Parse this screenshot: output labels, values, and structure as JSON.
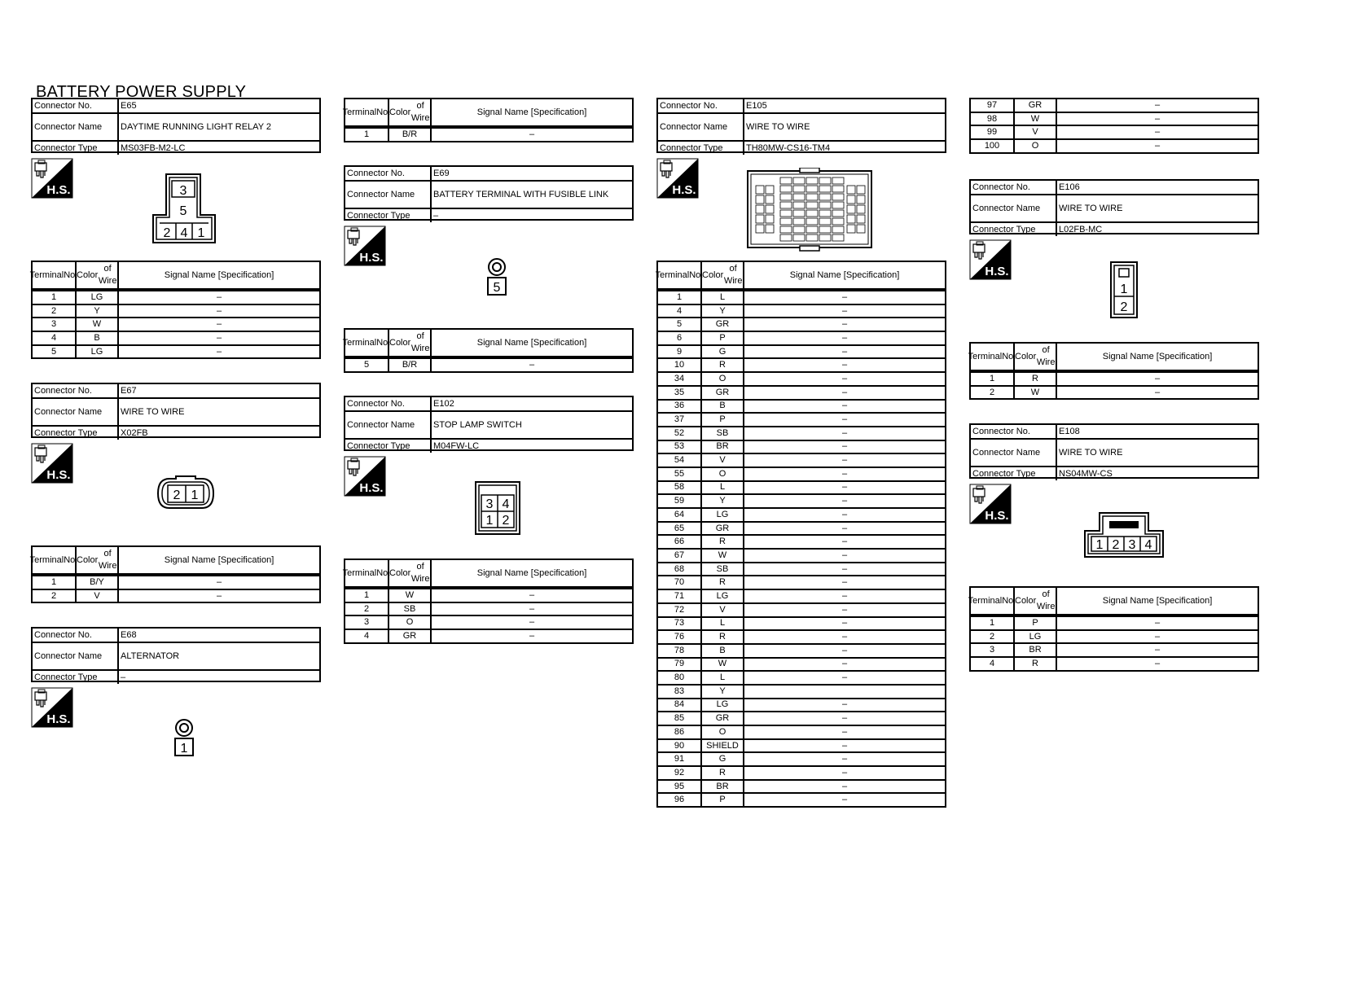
{
  "title": "BATTERY POWER SUPPLY",
  "labels": {
    "connector_no": "Connector No.",
    "connector_name": "Connector Name",
    "connector_type": "Connector Type",
    "terminal_no": [
      "Terminal",
      "No."
    ],
    "color_of_wire": [
      "Color",
      "of Wire"
    ],
    "signal_name": "Signal Name [Specification]",
    "hs": "H.S."
  },
  "connectors": {
    "e65": {
      "no": "E65",
      "name": "DAYTIME RUNNING LIGHT RELAY 2",
      "type": "MS03FB-M2-LC",
      "pins": [
        "3",
        "5",
        "2",
        "4",
        "1"
      ]
    },
    "e67": {
      "no": "E67",
      "name": "WIRE TO WIRE",
      "type": "X02FB",
      "pins": [
        "2",
        "1"
      ]
    },
    "e68": {
      "no": "E68",
      "name": "ALTERNATOR",
      "type": "–",
      "pins": [
        "1"
      ]
    },
    "e69": {
      "no": "E69",
      "name": "BATTERY TERMINAL WITH FUSIBLE LINK",
      "type": "–",
      "pins": [
        "5"
      ]
    },
    "e102": {
      "no": "E102",
      "name": "STOP LAMP SWITCH",
      "type": "M04FW-LC",
      "pins": [
        "3",
        "4",
        "1",
        "2"
      ]
    },
    "e105": {
      "no": "E105",
      "name": "WIRE TO WIRE",
      "type": "TH80MW-CS16-TM4",
      "pins": []
    },
    "e106": {
      "no": "E106",
      "name": "WIRE TO WIRE",
      "type": "L02FB-MC",
      "pins": [
        "1",
        "2"
      ]
    },
    "e108": {
      "no": "E108",
      "name": "WIRE TO WIRE",
      "type": "NS04MW-CS",
      "pins": [
        "1",
        "2",
        "3",
        "4"
      ]
    }
  },
  "tables": {
    "e65": [
      [
        "1",
        "LG",
        "–"
      ],
      [
        "2",
        "Y",
        "–"
      ],
      [
        "3",
        "W",
        "–"
      ],
      [
        "4",
        "B",
        "–"
      ],
      [
        "5",
        "LG",
        "–"
      ]
    ],
    "e67": [
      [
        "1",
        "B/Y",
        "–"
      ],
      [
        "2",
        "V",
        "–"
      ]
    ],
    "e68": [
      [
        "1",
        "B/R",
        "–"
      ]
    ],
    "e69": [
      [
        "5",
        "B/R",
        "–"
      ]
    ],
    "e102": [
      [
        "1",
        "W",
        "–"
      ],
      [
        "2",
        "SB",
        "–"
      ],
      [
        "3",
        "O",
        "–"
      ],
      [
        "4",
        "GR",
        "–"
      ]
    ],
    "e105": [
      [
        "1",
        "L",
        "–"
      ],
      [
        "4",
        "Y",
        "–"
      ],
      [
        "5",
        "GR",
        "–"
      ],
      [
        "6",
        "P",
        "–"
      ],
      [
        "9",
        "G",
        "–"
      ],
      [
        "10",
        "R",
        "–"
      ],
      [
        "34",
        "O",
        "–"
      ],
      [
        "35",
        "GR",
        "–"
      ],
      [
        "36",
        "B",
        "–"
      ],
      [
        "37",
        "P",
        "–"
      ],
      [
        "52",
        "SB",
        "–"
      ],
      [
        "53",
        "BR",
        "–"
      ],
      [
        "54",
        "V",
        "–"
      ],
      [
        "55",
        "O",
        "–"
      ],
      [
        "58",
        "L",
        "–"
      ],
      [
        "59",
        "Y",
        "–"
      ],
      [
        "64",
        "LG",
        "–"
      ],
      [
        "65",
        "GR",
        "–"
      ],
      [
        "66",
        "R",
        "–"
      ],
      [
        "67",
        "W",
        "–"
      ],
      [
        "68",
        "SB",
        "–"
      ],
      [
        "70",
        "R",
        "–"
      ],
      [
        "71",
        "LG",
        "–"
      ],
      [
        "72",
        "V",
        "–"
      ],
      [
        "73",
        "L",
        "–"
      ],
      [
        "76",
        "R",
        "–"
      ],
      [
        "78",
        "B",
        "–"
      ],
      [
        "79",
        "W",
        "–"
      ],
      [
        "80",
        "L",
        "–"
      ],
      [
        "83",
        "Y",
        ""
      ],
      [
        "84",
        "LG",
        "–"
      ],
      [
        "85",
        "GR",
        "–"
      ],
      [
        "86",
        "O",
        "–"
      ],
      [
        "90",
        "SHIELD",
        "–"
      ],
      [
        "91",
        "G",
        "–"
      ],
      [
        "92",
        "R",
        "–"
      ],
      [
        "95",
        "BR",
        "–"
      ],
      [
        "96",
        "P",
        "–"
      ]
    ],
    "e105b": [
      [
        "97",
        "GR",
        "–"
      ],
      [
        "98",
        "W",
        "–"
      ],
      [
        "99",
        "V",
        "–"
      ],
      [
        "100",
        "O",
        "–"
      ]
    ],
    "e106": [
      [
        "1",
        "R",
        "–"
      ],
      [
        "2",
        "W",
        "–"
      ]
    ],
    "e108": [
      [
        "1",
        "P",
        "–"
      ],
      [
        "2",
        "LG",
        "–"
      ],
      [
        "3",
        "BR",
        "–"
      ],
      [
        "4",
        "R",
        "–"
      ]
    ]
  }
}
